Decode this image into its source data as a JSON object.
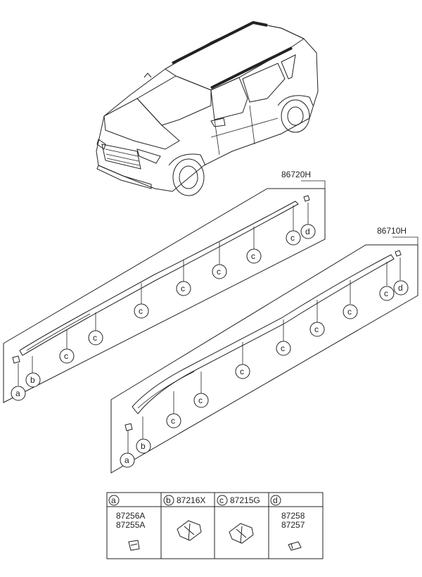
{
  "assemblies": {
    "left_rail": {
      "part_number": "86720H"
    },
    "right_rail": {
      "part_number": "86710H"
    }
  },
  "callout_letters": {
    "a": "a",
    "b": "b",
    "c": "c",
    "d": "d"
  },
  "legend": {
    "a": {
      "letter": "a",
      "parts": [
        "87256A",
        "87255A"
      ]
    },
    "b": {
      "letter": "b",
      "part": "87216X"
    },
    "c": {
      "letter": "c",
      "part": "87215G"
    },
    "d": {
      "letter": "d",
      "parts": [
        "87258",
        "87257"
      ]
    }
  }
}
